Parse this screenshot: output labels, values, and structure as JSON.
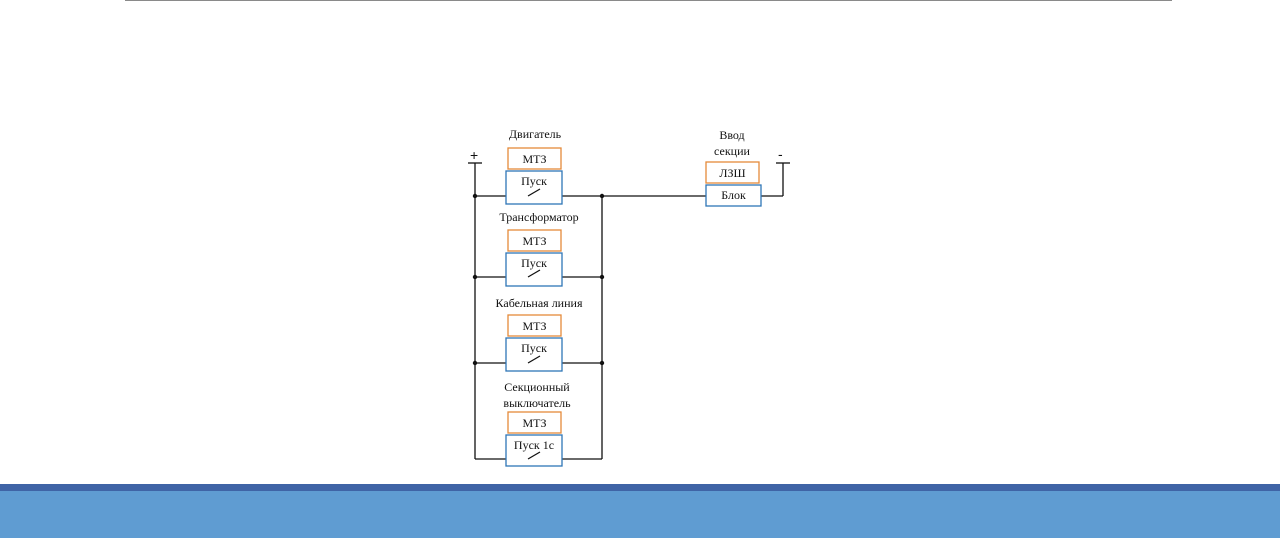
{
  "diagram": {
    "polarity": {
      "plus": "+",
      "minus": "-"
    },
    "feeders": [
      {
        "title": [
          "Двигатель"
        ],
        "relay": "МТЗ",
        "start": "Пуск"
      },
      {
        "title": [
          "Трансформатор"
        ],
        "relay": "МТЗ",
        "start": "Пуск"
      },
      {
        "title": [
          "Кабельная линия"
        ],
        "relay": "МТЗ",
        "start": "Пуск"
      },
      {
        "title": [
          "Секционный",
          "выключатель"
        ],
        "relay": "МТЗ",
        "start": "Пуск 1с"
      }
    ],
    "input": {
      "title": [
        "Ввод",
        "секции"
      ],
      "protection": "ЛЗШ",
      "block": "Блок"
    },
    "colors": {
      "relay_border": "#e58a3a",
      "start_border": "#2e75b6",
      "footer": "#5f9cd2",
      "footer_dark": "#3f64a6"
    }
  }
}
